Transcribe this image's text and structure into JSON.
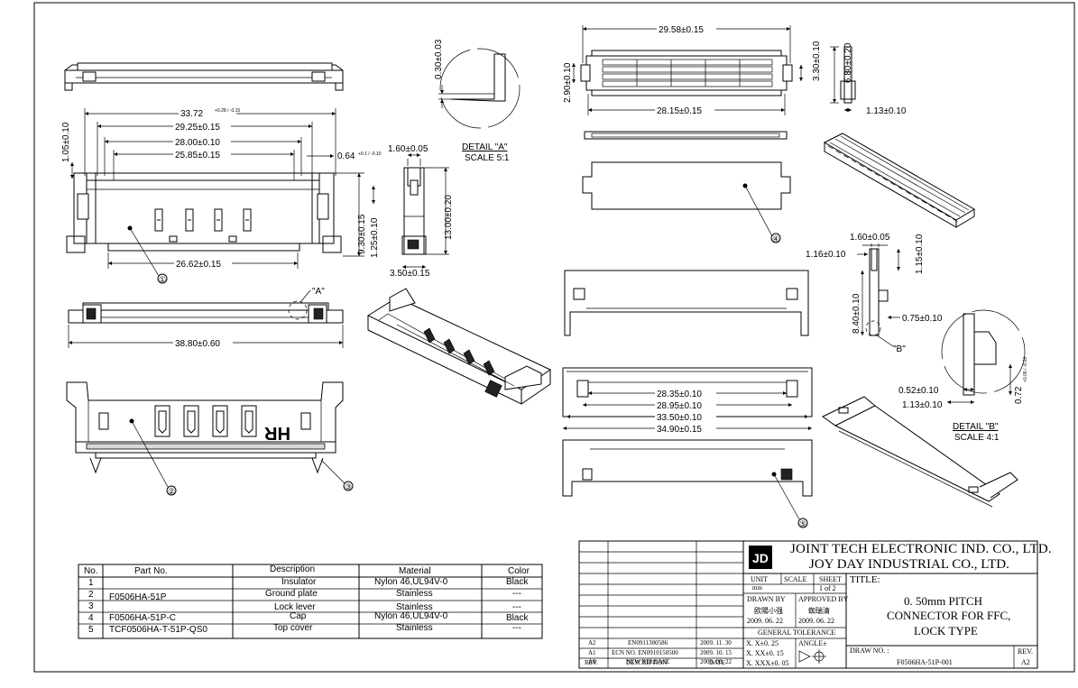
{
  "dimensions": {
    "top_view": {
      "d1": "33.72",
      "d1_tol": "+0.28 / -0.15",
      "d2": "29.25±0.15",
      "d3": "28.00±0.10",
      "d4": "25.85±0.15",
      "d5": "0.64",
      "d5_tol": "+0.1 / -0.10",
      "d6": "26.62±0.15",
      "d7": "1.05±0.10",
      "d8": "9.30±0.15",
      "d9": "1.25±0.10"
    },
    "side_view": {
      "d1": "1.60±0.05",
      "d2": "13.00±0.20",
      "d3": "3.50±0.15"
    },
    "detail_a": {
      "d1": "0.30±0.03",
      "label": "DETAIL \"A\"",
      "scale": "SCALE 5:1"
    },
    "front_view": {
      "d1": "38.80±0.60",
      "callout": "\"A\""
    },
    "cover_view": {
      "d1": "29.58±0.15",
      "d2": "28.15±0.15",
      "d3": "2.90±0.10",
      "d4": "3.30±0.10",
      "d5": "6.80±0.20",
      "d6": "1.13±0.10"
    },
    "lever_view": {
      "d1": "28.35±0.10",
      "d2": "28.95±0.10",
      "d3": "33.50±0.10",
      "d4": "34.90±0.15"
    },
    "lever_side": {
      "d1": "1.60±0.05",
      "d2": "1.16±0.10",
      "d3": "1.15±0.10",
      "d4": "8.40±0.10",
      "d5": "0.75±0.10",
      "callout": "\"B\""
    },
    "detail_b": {
      "d1": "0.52±0.10",
      "d2": "1.13±0.10",
      "d3": "0.72",
      "d3_tol": "+0.05 / -0.03",
      "label": "DETAIL \"B\"",
      "scale": "SCALE 4:1"
    }
  },
  "balloons": [
    "①",
    "②",
    "③",
    "④",
    "⑤"
  ],
  "hr_mark": "HR",
  "bom": {
    "headers": [
      "No.",
      "Part No.",
      "Description",
      "Material",
      "Color"
    ],
    "rows": [
      {
        "no": "1",
        "part": "",
        "desc": "Insulator",
        "material": "Nylon 46,UL94V-0",
        "color": "Black"
      },
      {
        "no": "2",
        "part": "F0506HA-51P",
        "desc": "Ground plate",
        "material": "Stainless",
        "color": "---"
      },
      {
        "no": "3",
        "part": "",
        "desc": "Lock lever",
        "material": "Stainless",
        "color": "---"
      },
      {
        "no": "4",
        "part": "F0506HA-51P-C",
        "desc": "Cap",
        "material": "Nylon 46,UL94V-0",
        "color": "Black"
      },
      {
        "no": "5",
        "part": "TCF0506HA-T-51P-QS0",
        "desc": "Top cover",
        "material": "Stainless",
        "color": "---"
      }
    ]
  },
  "title_block": {
    "company1": "JOINT TECH ELECTRONIC IND. CO., LTD.",
    "company2": "JOY DAY INDUSTRIAL CO., LTD.",
    "unit_label": "UNIT",
    "unit_value": "mm",
    "scale_label": "SCALE",
    "sheet_label": "SHEET",
    "sheet_value": "1 of 2",
    "drawn_by_label": "DRAWN BY",
    "drawn_by": "欧陽小强",
    "drawn_date": "2009. 06. 22",
    "approved_by_label": "APPROVED BY",
    "approved_by": "蜘瑞清",
    "approved_date": "2009. 06. 22",
    "tol_label": "GENERAL TOLERANCE",
    "tol1": "X. X±0. 25",
    "tol2": "X. XX±0. 15",
    "tol3": "X. XXX±0. 05",
    "angle": "ANGLE±",
    "title_label": "TITLE:",
    "title1": "0. 50mm PITCH",
    "title2": "CONNECTOR FOR FFC,",
    "title3": "LOCK TYPE",
    "draw_no_label": "DRAW NO. :",
    "draw_no": "F0506HA-51P-001",
    "rev_label": "REV.",
    "rev_value": "A2"
  },
  "revisions": [
    {
      "rev": "A2",
      "desc": "EN0911300586",
      "date": "2009. 11. 30"
    },
    {
      "rev": "A1",
      "desc": "ECN NO. EN0910150500",
      "date": "2009. 10. 15"
    },
    {
      "rev": "A0",
      "desc": "NEW RELEASE",
      "date": "2009. 06. 22"
    }
  ],
  "revision_headers": {
    "rev": "REV.",
    "desc": "DESCRIPTION",
    "date": "DATE"
  }
}
